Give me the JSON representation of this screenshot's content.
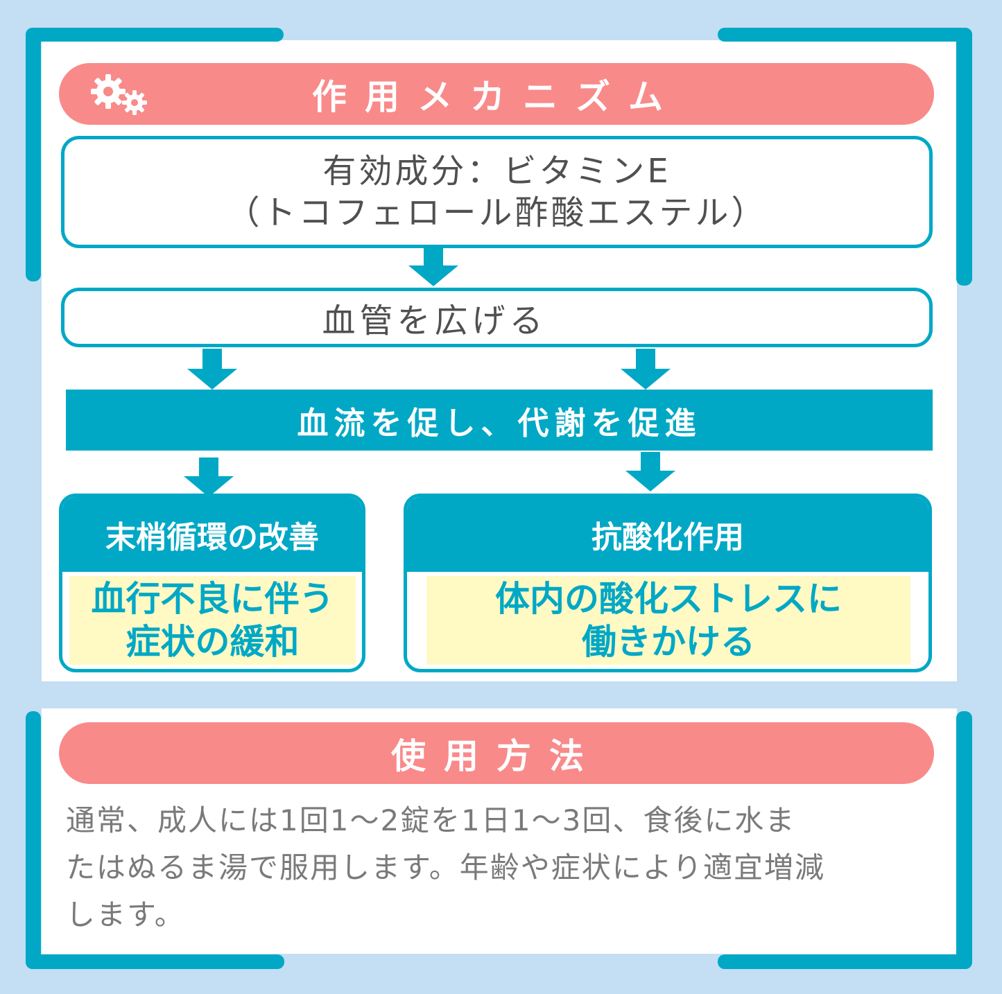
{
  "mechanism": {
    "title": "作用メカニズム",
    "gear_icon": "gears-icon",
    "ingredient_line1": "有効成分：ビタミンE",
    "ingredient_line2": "（トコフェロール酢酸エステル）",
    "step1": "血管を広げる",
    "step2": "血流を促し、代謝を促進",
    "effects": [
      {
        "title": "末梢循環の改善",
        "line1": "血行不良に伴う",
        "line2": "症状の緩和"
      },
      {
        "title": "抗酸化作用",
        "line1": "体内の酸化ストレスに",
        "line2": "働きかける"
      }
    ]
  },
  "usage": {
    "title": "使用方法",
    "line1": "通常、成人には1回1〜2錠を1日1〜3回、食後に水ま",
    "line2": "たはぬるま湯で服用します。年齢や症状により適宜増減",
    "line3": "します。"
  },
  "colors": {
    "accent": "#00a8c6",
    "header": "#f98a8a",
    "highlight": "#fff9c4",
    "background": "#c4def3",
    "text": "#505050"
  }
}
